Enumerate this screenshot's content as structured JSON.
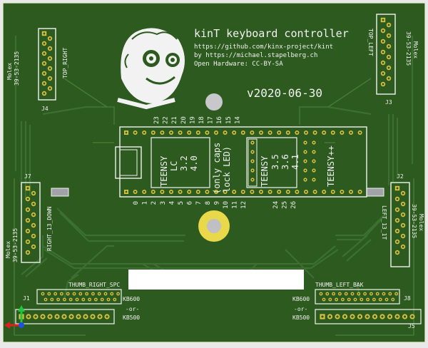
{
  "board": {
    "title": "kinT keyboard controller",
    "url": "https://github.com/kinx-project/kint",
    "author": "by https://michael.stapelberg.ch",
    "license": "Open Hardware: CC-BY-SA",
    "version": "v2020-06-30"
  },
  "connectors": {
    "j4": {
      "ref": "J4",
      "name": "TOP_RIGHT",
      "vendor": "Molex",
      "part": "39-53-2135"
    },
    "j3": {
      "ref": "J3",
      "name": "TOP_LEFT",
      "vendor": "Molex",
      "part": "39-53-2135"
    },
    "j7": {
      "ref": "J7",
      "name": "RIGHT_13_DOWN",
      "vendor": "Molex",
      "part": "39-53-2135"
    },
    "j2": {
      "ref": "J2",
      "name": "LEFT_13_1T",
      "vendor": "Molex",
      "part": "39-53-2135"
    },
    "j1": {
      "ref": "J1",
      "name": "THUMB_RIGHT_SPC",
      "opt1": "KB600",
      "or": "-or-",
      "opt2": "KB500"
    },
    "j8": {
      "ref": "J8",
      "name": "THUMB_LEFT_BAK",
      "opt1": "KB600",
      "or": "-or-",
      "opt2": "KB500"
    },
    "j5": {
      "ref": "J5"
    }
  },
  "teensy": {
    "top_pins": [
      "23",
      "22",
      "21",
      "20",
      "19",
      "18",
      "17",
      "16",
      "15",
      "14"
    ],
    "bottom_pins": [
      "0",
      "1",
      "2",
      "3",
      "4",
      "5",
      "6",
      "7",
      "8",
      "9",
      "10",
      "11",
      "12"
    ],
    "extra_pins": [
      "24",
      "25",
      "26"
    ],
    "lc": [
      "TEENSY",
      "LC",
      "3.2",
      "4.0"
    ],
    "caps_note": [
      "(only caps",
      "lock LED)"
    ],
    "v35": [
      "TEENSY",
      "3.5",
      "3.6",
      "4.1"
    ],
    "pp": "TEENSY++"
  },
  "colors": {
    "board": "#2c5a1f",
    "copper": "#3a6d2c",
    "silkscreen": "#f2f2f2",
    "pad": "#d8c040",
    "mount": "#e8d84a"
  }
}
